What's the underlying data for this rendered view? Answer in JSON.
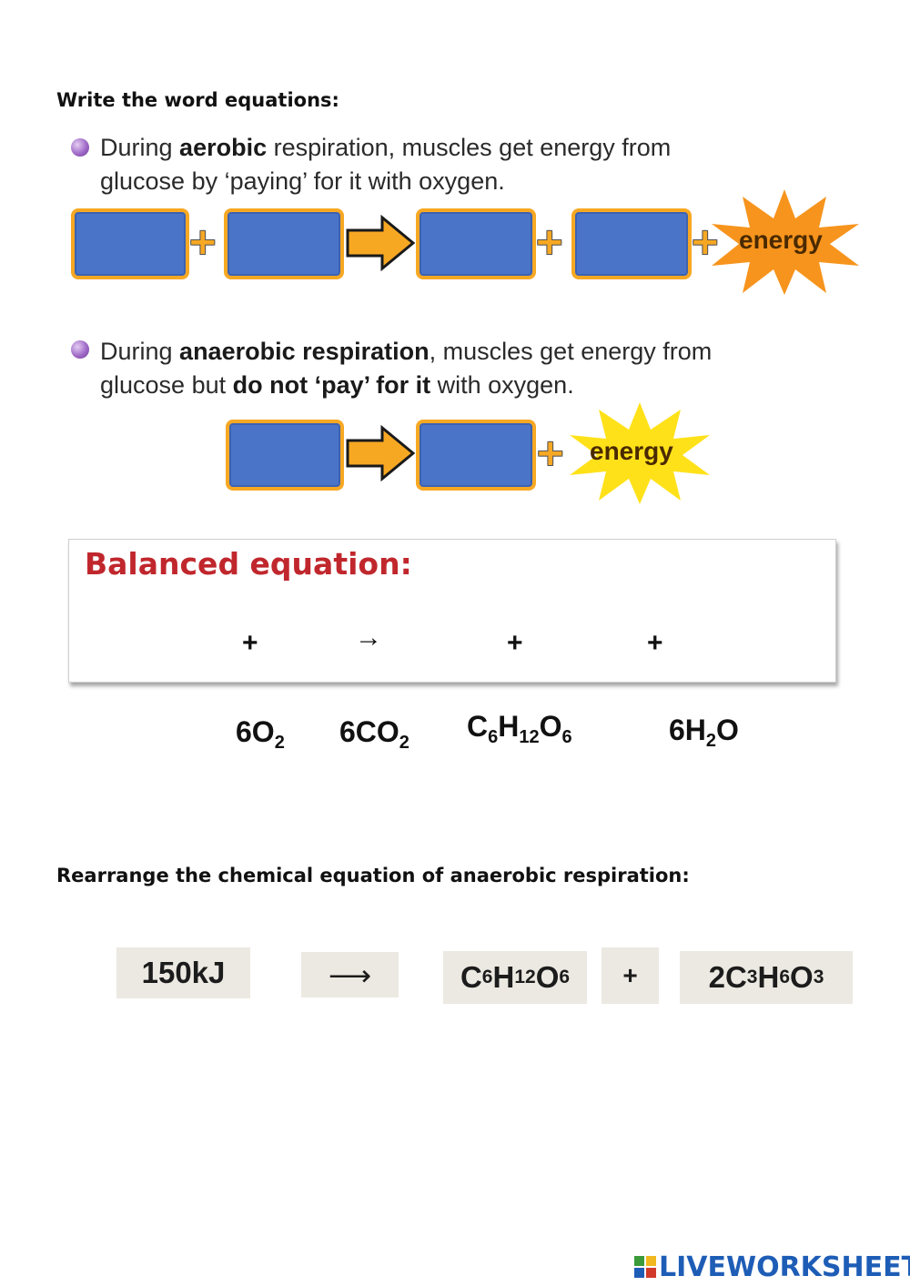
{
  "instructions": {
    "word_equations": "Write the word equations:",
    "rearrange": "Rearrange the chemical equation of anaerobic respiration:"
  },
  "aerobic": {
    "line1_pre": "During ",
    "line1_bold": "aerobic",
    "line1_post": " respiration, muscles get energy from",
    "line2": "glucose by ‘paying’ for it with oxygen.",
    "plus": "+",
    "energy": "energy"
  },
  "anaerobic": {
    "line1_pre": "During ",
    "line1_bold": "anaerobic respiration",
    "line1_post": ", muscles get energy from",
    "line2_pre": "glucose but ",
    "line2_bold": "do not ‘pay’ for it",
    "line2_post": " with oxygen.",
    "plus": "+",
    "energy": "energy"
  },
  "balanced": {
    "title": "Balanced equation:",
    "symbols": [
      "+",
      "→",
      "+",
      "+"
    ]
  },
  "formula_options": [
    {
      "main": "6O",
      "sub": "2",
      "tail": ""
    },
    {
      "main": "6CO",
      "sub": "2",
      "tail": ""
    },
    {
      "main": "C",
      "sub": "6",
      "main2": "H",
      "sub2": "12",
      "main3": "O",
      "sub3": "6"
    },
    {
      "main": "6H",
      "sub": "2",
      "tail": "O"
    }
  ],
  "tiles": {
    "t1": "150kJ",
    "t2": "⟶",
    "t3": {
      "a": "C",
      "s1": "6",
      "b": "H",
      "s2": "12",
      "c": "O",
      "s3": "6"
    },
    "t4": "+",
    "t5": {
      "a": "2C",
      "s1": "3",
      "b": "H",
      "s2": "6",
      "c": "O",
      "s3": "3"
    }
  },
  "footer": {
    "brand": "LIVEWORKSHEETS",
    "brand_color": "#1e5db6"
  },
  "colors": {
    "box_fill": "#4a74c8",
    "box_border": "#f7a823",
    "arrow": "#f7a823",
    "starburst_orange": "#f7941d",
    "starburst_yellow": "#ffe11a",
    "balanced_title": "#c0272d"
  }
}
